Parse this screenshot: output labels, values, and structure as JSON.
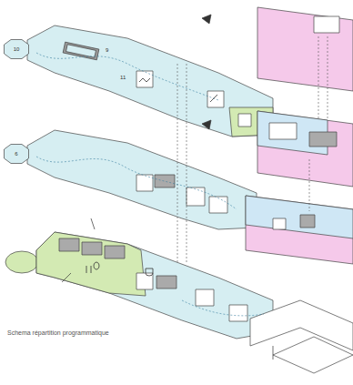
{
  "diagram": {
    "caption": "Schema répartition programmatique",
    "nodes": [
      {
        "text": [
          "10"
        ]
      },
      {
        "text": [
          "6"
        ]
      }
    ],
    "labels": [
      "9",
      "11"
    ]
  }
}
